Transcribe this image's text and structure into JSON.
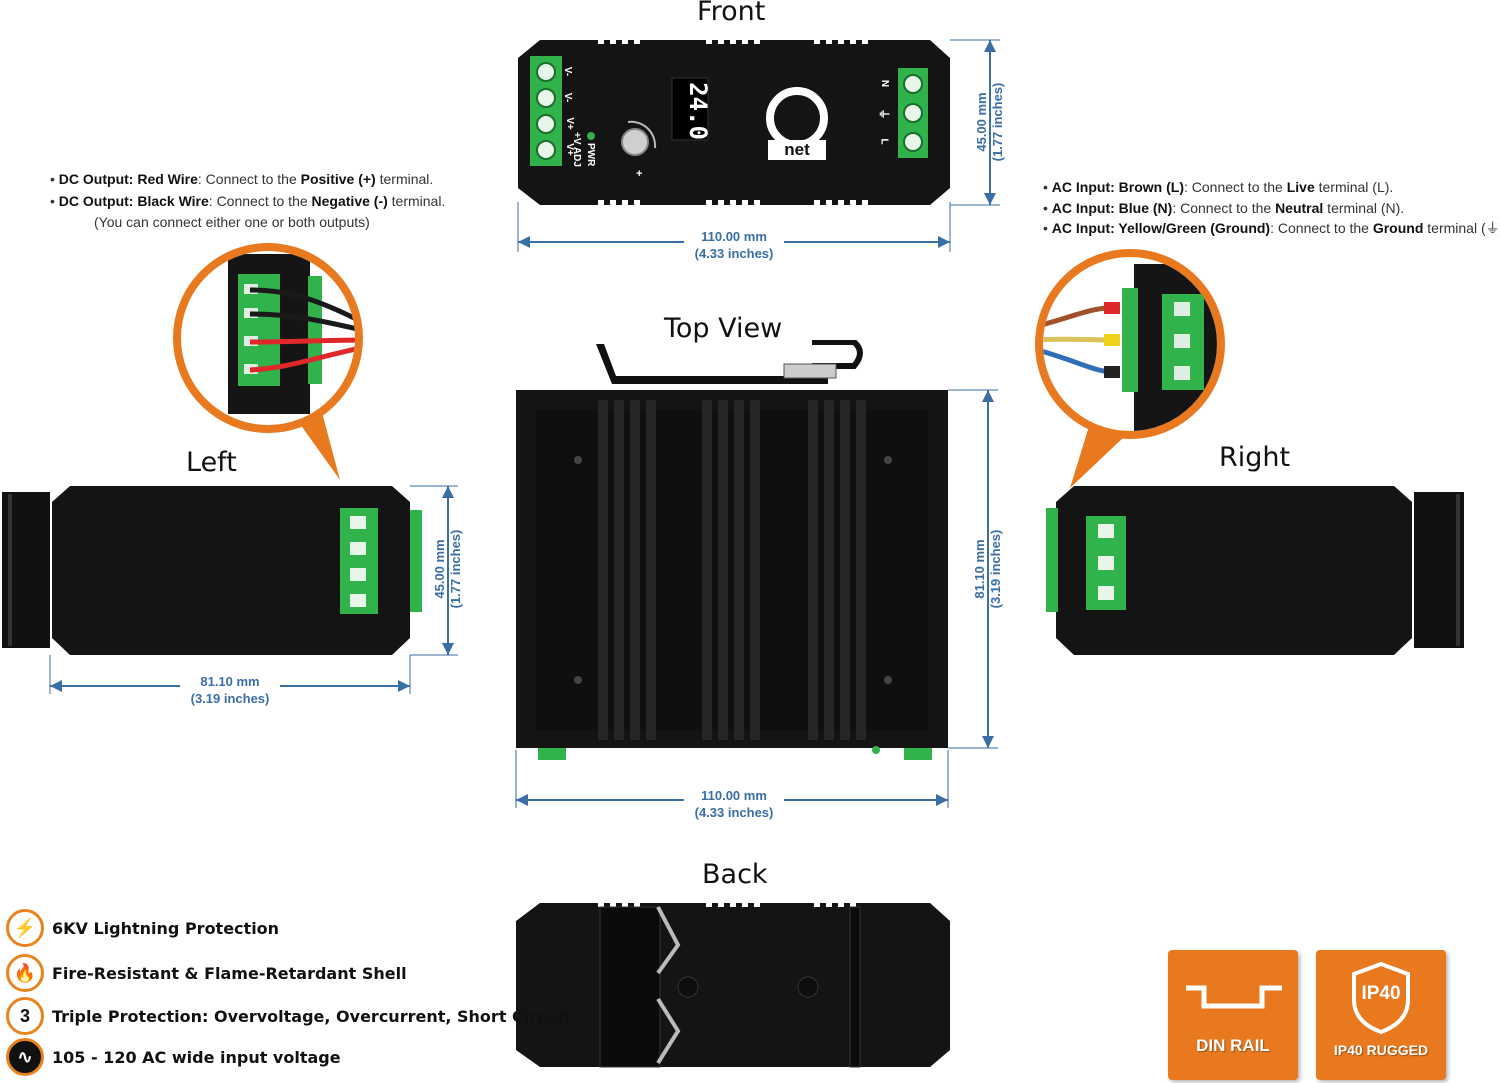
{
  "views": {
    "front": "Front",
    "top": "Top View",
    "left": "Left",
    "right": "Right",
    "back": "Back"
  },
  "front_panel": {
    "display_value": "24.0",
    "logo": "net",
    "dc_terminals": [
      "V-",
      "V-",
      "V+",
      "V+"
    ],
    "adj_label": "+V ADJ",
    "pwr_label": "PWR",
    "plus_sign": "+",
    "ac_terminals": [
      "N",
      "⏚",
      "L"
    ]
  },
  "dimensions": {
    "front_width_mm": "110.00 mm",
    "front_width_in": "(4.33 inches)",
    "front_height_mm": "45.00 mm",
    "front_height_in": "(1.77 inches)",
    "top_width_mm": "110.00 mm",
    "top_width_in": "(4.33 inches)",
    "top_depth_mm": "81.10 mm",
    "top_depth_in": "(3.19 inches)",
    "left_width_mm": "81.10 mm",
    "left_width_in": "(3.19 inches)",
    "left_height_mm": "45.00 mm",
    "left_height_in": "(1.77 inches)"
  },
  "dc_notes": {
    "line1_bold1": "DC Output: Red Wire",
    "line1_text1": ": Connect to the ",
    "line1_bold2": "Positive (+)",
    "line1_text2": " terminal.",
    "line2_bold1": "DC Output: Black Wire",
    "line2_text1": ": Connect to the ",
    "line2_bold2": "Negative (-)",
    "line2_text2": " terminal.",
    "line3": "(You can connect either one or both outputs)"
  },
  "ac_notes": {
    "line1_bold1": "AC Input: Brown (L)",
    "line1_text1": ": Connect to the ",
    "line1_bold2": "Live",
    "line1_text2": " terminal (L).",
    "line2_bold1": "AC Input: Blue (N)",
    "line2_text1": ": Connect to the ",
    "line2_bold2": "Neutral",
    "line2_text2": " terminal (N).",
    "line3_bold1": "AC Input: Yellow/Green (Ground)",
    "line3_text1": ": Connect to the ",
    "line3_bold2": "Ground",
    "line3_text2": " terminal (⏚)."
  },
  "features": [
    {
      "icon": "lightning-shield-icon",
      "text": "6KV Lightning Protection"
    },
    {
      "icon": "flame-icon",
      "text": "Fire-Resistant & Flame-Retardant Shell"
    },
    {
      "icon": "triple-shield-icon",
      "text": "Triple Protection: Overvoltage, Overcurrent, Short Circuit"
    },
    {
      "icon": "ac-wave-icon",
      "text": "105 - 120 AC wide input voltage"
    }
  ],
  "badges": {
    "din_rail": "DIN RAIL",
    "ip40_mark": "IP40",
    "ip40_label": "IP40 RUGGED"
  },
  "colors": {
    "accent_orange": "#e8791e",
    "dimension_blue": "#3a6ea5",
    "terminal_green": "#2fb34a",
    "housing_black": "#141414"
  }
}
